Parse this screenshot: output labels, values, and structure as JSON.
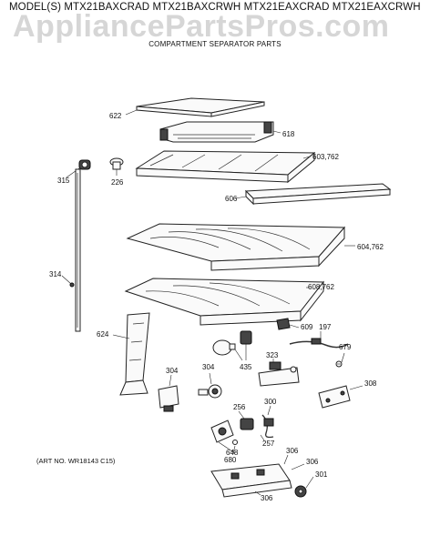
{
  "header": {
    "models": "MODEL(S) MTX21BAXCRAD  MTX21BAXCRWH  MTX21EAXCRAD  MTX21EAXCRWH",
    "watermark": "AppliancePartsPros.com",
    "subtitle": "COMPARTMENT SEPARATOR PARTS"
  },
  "footer": {
    "art_no": "(ART NO. WR18143 C15)"
  },
  "callouts": {
    "c622": "622",
    "c618": "618",
    "c603": "603,762",
    "c315": "315",
    "c226": "226",
    "c606": "606",
    "c604": "604,762",
    "c314": "314",
    "c608": "608,762",
    "c624": "624",
    "c609": "609",
    "c197": "197",
    "c435": "435",
    "c323": "323",
    "c679": "679",
    "c304a": "304",
    "c304b": "304",
    "c308": "308",
    "c256": "256",
    "c300": "300",
    "c648": "648",
    "c257": "257",
    "c680": "680",
    "c306a": "306",
    "c306b": "306",
    "c306c": "306",
    "c301": "301"
  }
}
